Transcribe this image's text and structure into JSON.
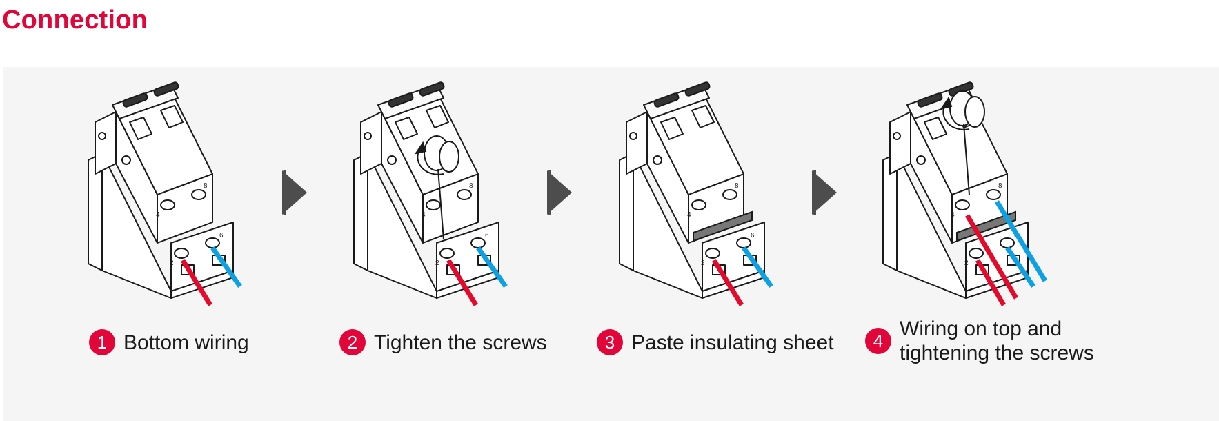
{
  "title": "Connection",
  "steps": [
    {
      "number": "1",
      "label": "Bottom wiring"
    },
    {
      "number": "2",
      "label": "Tighten the screws"
    },
    {
      "number": "3",
      "label": "Paste insulating sheet"
    },
    {
      "number": "4",
      "label": "Wiring on top and tightening the screws"
    }
  ],
  "terminal_numbers": {
    "top_left": "4",
    "top_right": "8",
    "bottom_left": "2",
    "bottom_right": "6"
  },
  "colors": {
    "accent": "#e2053a",
    "live_wire": "#e30a2c",
    "neutral_wire": "#0da0e2",
    "arrow": "#4d4d4d",
    "panel": "#f5f5f5"
  },
  "icons": [
    "circuit-breaker-icon",
    "screwdriver-icon",
    "arrow-right-icon",
    "insulating-sheet-icon"
  ]
}
